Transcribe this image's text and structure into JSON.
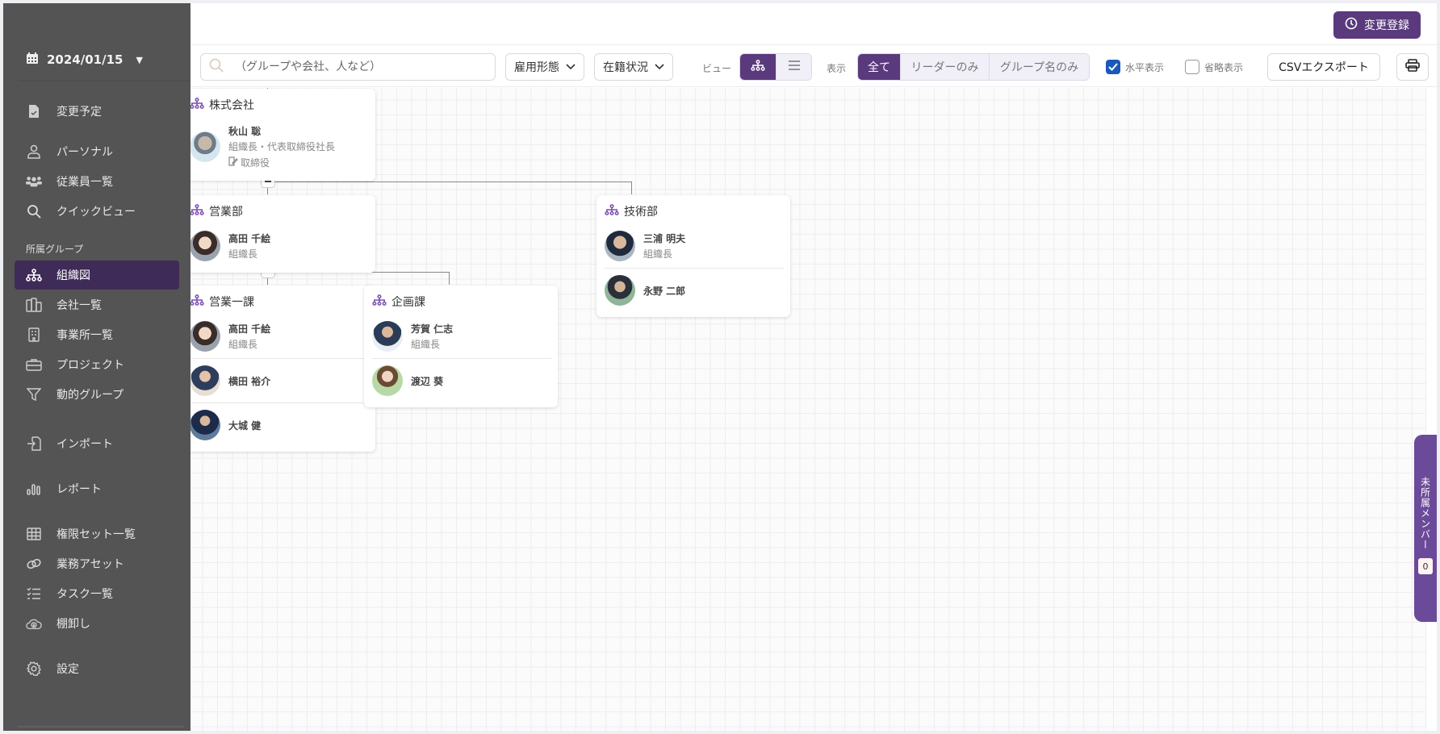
{
  "sidebar": {
    "date": "2024/01/15",
    "items": [
      {
        "label": "変更予定",
        "icon": "file-check-icon"
      },
      {
        "label": "パーソナル",
        "icon": "user-icon"
      },
      {
        "label": "従業員一覧",
        "icon": "users-icon"
      },
      {
        "label": "クイックビュー",
        "icon": "search-icon"
      },
      {
        "label": "組織図",
        "icon": "org-chart-icon",
        "active": true
      },
      {
        "label": "会社一覧",
        "icon": "buildings-icon"
      },
      {
        "label": "事業所一覧",
        "icon": "building-icon"
      },
      {
        "label": "プロジェクト",
        "icon": "briefcase-icon"
      },
      {
        "label": "動的グループ",
        "icon": "filter-icon"
      },
      {
        "label": "インポート",
        "icon": "import-icon"
      },
      {
        "label": "レポート",
        "icon": "bar-chart-icon"
      },
      {
        "label": "権限セット一覧",
        "icon": "grid-icon"
      },
      {
        "label": "業務アセット",
        "icon": "link-icon"
      },
      {
        "label": "タスク一覧",
        "icon": "checklist-icon"
      },
      {
        "label": "棚卸し",
        "icon": "cloud-download-icon"
      },
      {
        "label": "設定",
        "icon": "gear-icon"
      }
    ],
    "section_label": "所属グループ"
  },
  "header": {
    "register_button": "変更登録"
  },
  "toolbar": {
    "search_placeholder": "（グループや会社、人など）",
    "employment_type": "雇用形態",
    "status": "在籍状況",
    "view_label": "ビュー",
    "display_label": "表示",
    "display_options": [
      "全て",
      "リーダーのみ",
      "グループ名のみ"
    ],
    "display_selected": "全て",
    "horizontal_label": "水平表示",
    "horizontal_checked": true,
    "compact_label": "省略表示",
    "compact_checked": false,
    "csv_button": "CSVエクスポート"
  },
  "org": {
    "company": {
      "name": "株式会社",
      "members": [
        {
          "name": "秋山 聡",
          "role": "組織長・代表取締役社長",
          "extra": "取締役"
        }
      ]
    },
    "sales": {
      "name": "営業部",
      "members": [
        {
          "name": "高田 千絵",
          "role": "組織長"
        }
      ]
    },
    "tech": {
      "name": "技術部",
      "members": [
        {
          "name": "三浦 明夫",
          "role": "組織長"
        },
        {
          "name": "永野 二郎"
        }
      ]
    },
    "sales1": {
      "name": "営業一課",
      "members": [
        {
          "name": "高田 千絵",
          "role": "組織長"
        },
        {
          "name": "横田 裕介"
        },
        {
          "name": "大城 健"
        }
      ]
    },
    "planning": {
      "name": "企画課",
      "members": [
        {
          "name": "芳賀 仁志",
          "role": "組織長"
        },
        {
          "name": "渡辺 葵"
        }
      ]
    }
  },
  "unassigned": {
    "label": "未所属メンバー",
    "count": "0"
  },
  "colors": {
    "accent": "#5a3a7d",
    "sidebar_bg": "#545454",
    "sidebar_active": "#3f2b57",
    "checkbox": "#1a59b8"
  }
}
